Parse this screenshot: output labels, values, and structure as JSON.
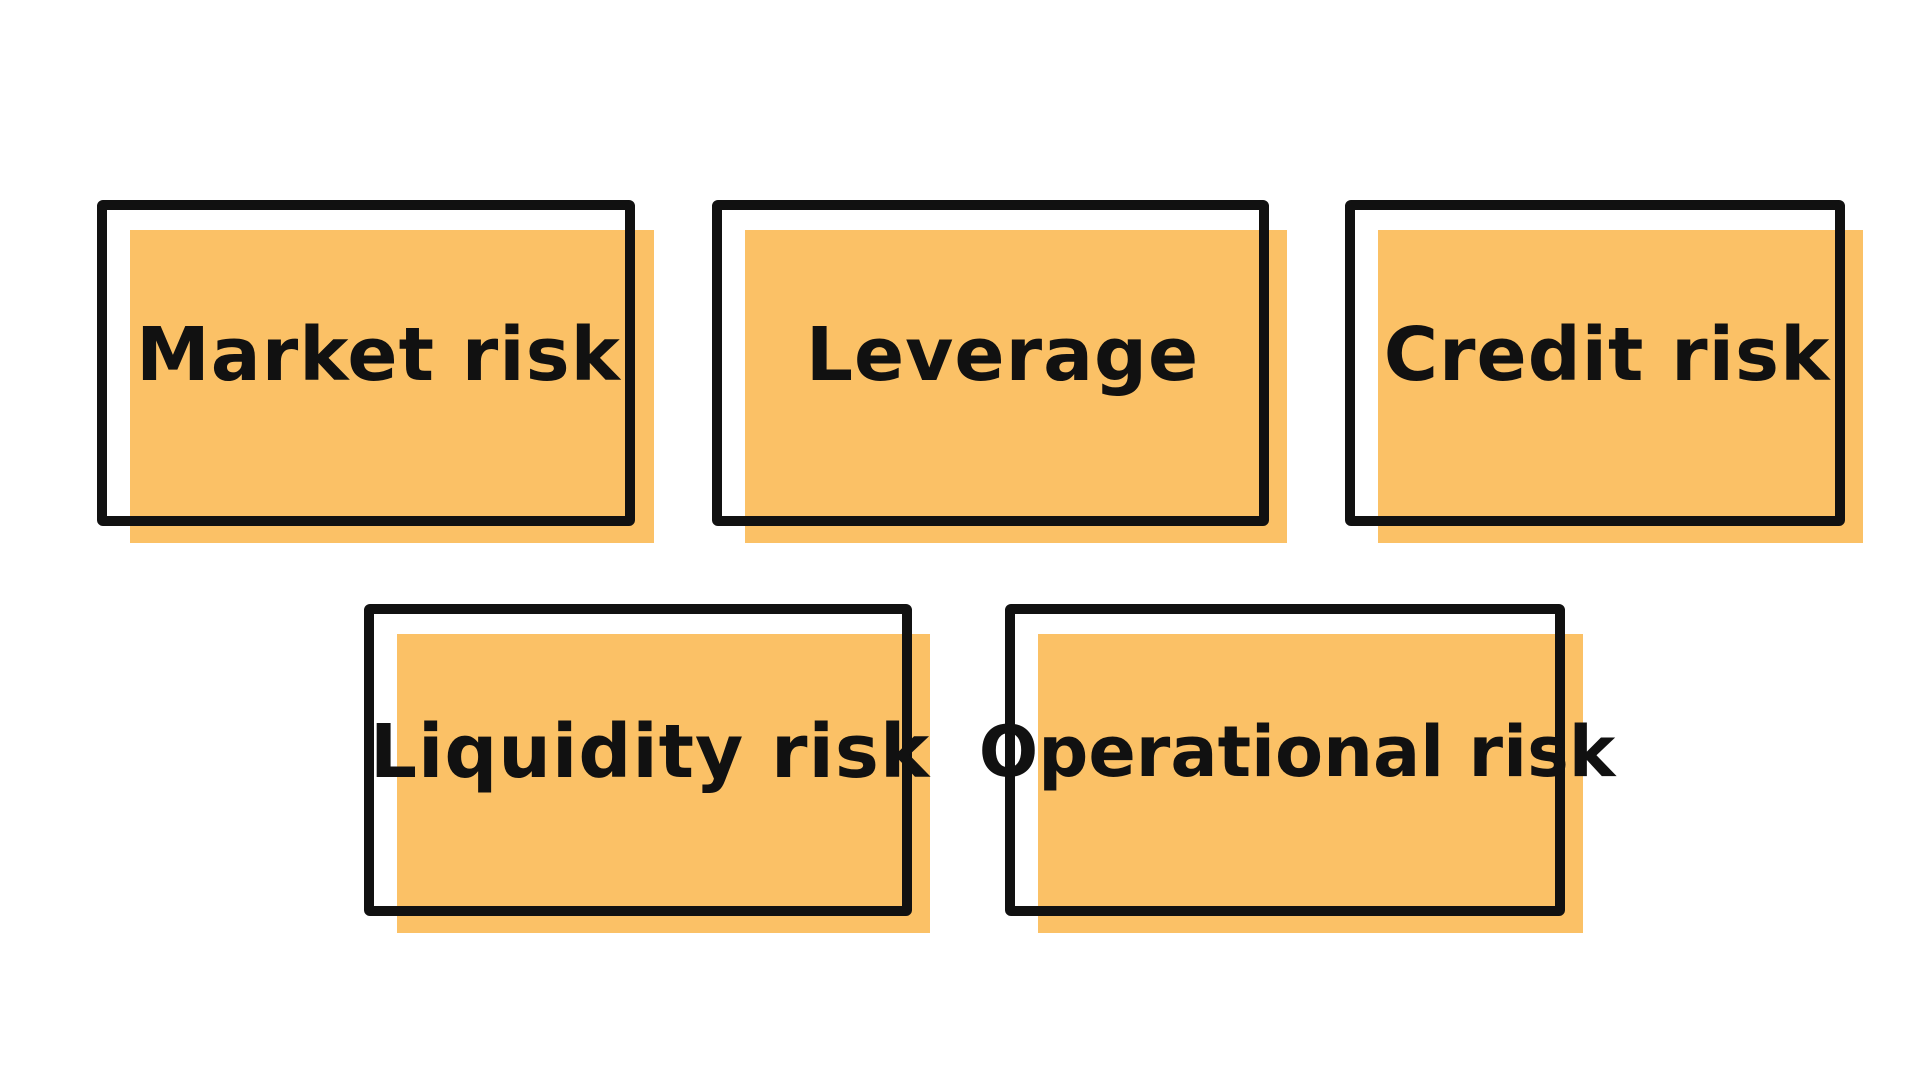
{
  "colors": {
    "fill": "#FBC166",
    "stroke": "#111111",
    "background": "#FFFFFF"
  },
  "boxes": [
    {
      "label": "Market risk"
    },
    {
      "label": "Leverage"
    },
    {
      "label": "Credit risk"
    },
    {
      "label": "Liquidity risk"
    },
    {
      "label": "Operational risk"
    }
  ]
}
